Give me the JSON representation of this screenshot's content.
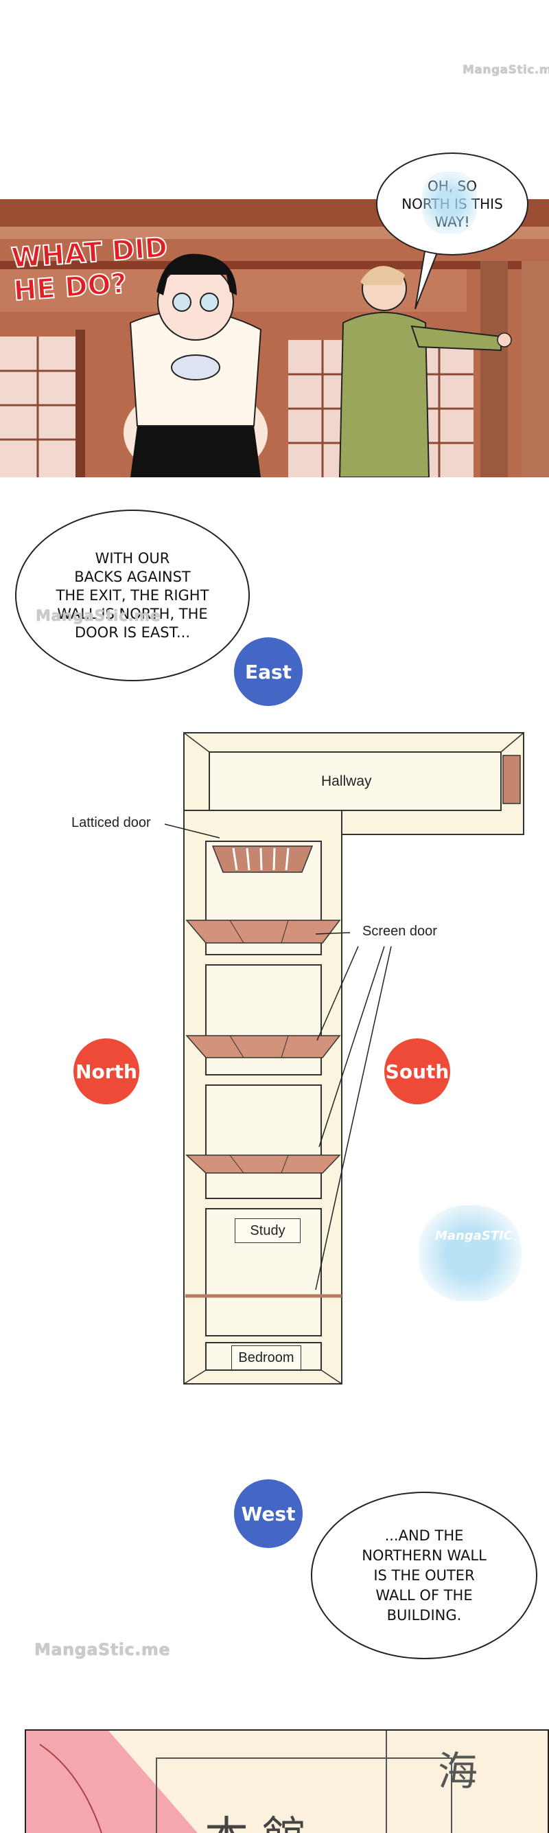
{
  "watermarks": {
    "top_right": "MangaStic.me",
    "middle_left": "MangaStic.me",
    "bottom_left": "MangaStic.me",
    "logo_text": "MangaSTIC"
  },
  "panel1": {
    "sfx_text": "WHAT DID\nHE DO?",
    "bubble_text": "OH, SO\nNORTH IS THIS\nWAY!"
  },
  "panel2": {
    "bubble_text": "WITH OUR\nBACKS AGAINST\nTHE EXIT, THE RIGHT\nWALL IS NORTH, THE\nDOOR IS EAST...",
    "compass": {
      "east": "East",
      "north": "North",
      "south": "South",
      "west": "West"
    },
    "compass_colors": {
      "east": "#4466c4",
      "north": "#ee4a38",
      "south": "#ee4a38",
      "west": "#4466c4"
    },
    "map_labels": {
      "hallway": "Hallway",
      "latticed_door": "Latticed door",
      "screen_door": "Screen door",
      "study": "Study",
      "bedroom": "Bedroom"
    },
    "bubble2_text": "...AND THE\nNORTHERN WALL\nIS THE OUTER\nWALL OF THE\nBUILDING."
  },
  "panel3": {
    "kanji_right": "海",
    "kanji_center": "本館"
  }
}
